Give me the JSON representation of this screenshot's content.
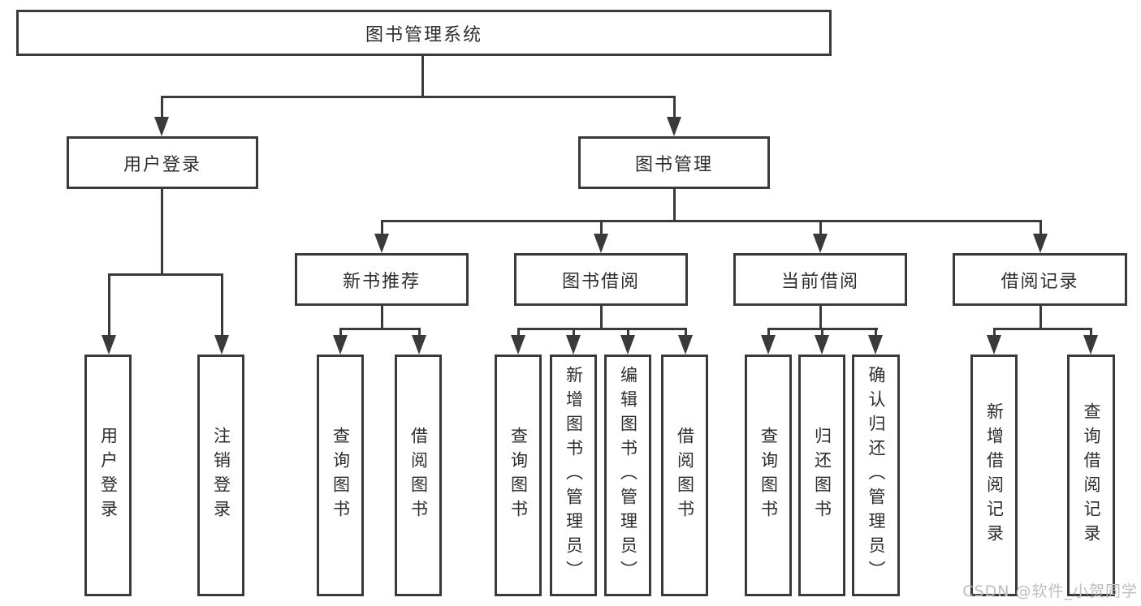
{
  "diagram": {
    "root": {
      "label": "图书管理系统"
    },
    "branches": {
      "login": {
        "label": "用户登录",
        "children": [
          {
            "label": "用户登录"
          },
          {
            "label": "注销登录"
          }
        ]
      },
      "management": {
        "label": "图书管理",
        "children": [
          {
            "label": "新书推荐",
            "children": [
              {
                "label": "查询图书"
              },
              {
                "label": "借阅图书"
              }
            ]
          },
          {
            "label": "图书借阅",
            "children": [
              {
                "label": "查询图书"
              },
              {
                "label": "新增图书（管理员）"
              },
              {
                "label": "编辑图书（管理员）"
              },
              {
                "label": "借阅图书"
              }
            ]
          },
          {
            "label": "当前借阅",
            "children": [
              {
                "label": "查询图书"
              },
              {
                "label": "归还图书"
              },
              {
                "label": "确认归还（管理员）"
              }
            ]
          },
          {
            "label": "借阅记录",
            "children": [
              {
                "label": "新增借阅记录"
              },
              {
                "label": "查询借阅记录"
              }
            ]
          }
        ]
      }
    },
    "watermark": "CSDN @软件_小贺同学",
    "colors": {
      "line": "#3a3a3a",
      "text": "#2d2d2d",
      "watermark": "#bdbdbd",
      "background": "#ffffff"
    }
  }
}
